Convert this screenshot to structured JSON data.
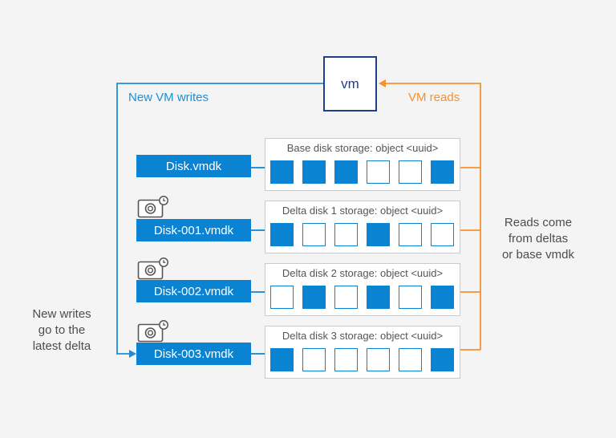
{
  "vm_label": "vm",
  "new_vm_writes": "New VM writes",
  "vm_reads": "VM reads",
  "reads_note": [
    "Reads come",
    "from deltas",
    "or base vmdk"
  ],
  "writes_note": [
    "New writes",
    "go to the",
    "latest delta"
  ],
  "colors": {
    "write_path": "#1a90d8",
    "read_path": "#f5922f",
    "block": "#0b83d3",
    "vm_border": "#1f3f8a"
  },
  "disks": [
    {
      "name": "Disk.vmdk",
      "storage_title": "Base disk  storage: object <uuid>",
      "snapshot_icon": false,
      "blocks": [
        1,
        1,
        1,
        0,
        0,
        1
      ]
    },
    {
      "name": "Disk-001.vmdk",
      "storage_title": "Delta disk 1 storage: object <uuid>",
      "snapshot_icon": true,
      "blocks": [
        1,
        0,
        0,
        1,
        0,
        0
      ]
    },
    {
      "name": "Disk-002.vmdk",
      "storage_title": "Delta disk 2 storage: object <uuid>",
      "snapshot_icon": true,
      "blocks": [
        0,
        1,
        0,
        1,
        0,
        1
      ]
    },
    {
      "name": "Disk-003.vmdk",
      "storage_title": "Delta disk 3 storage: object <uuid>",
      "snapshot_icon": true,
      "blocks": [
        1,
        0,
        0,
        0,
        0,
        1
      ]
    }
  ]
}
